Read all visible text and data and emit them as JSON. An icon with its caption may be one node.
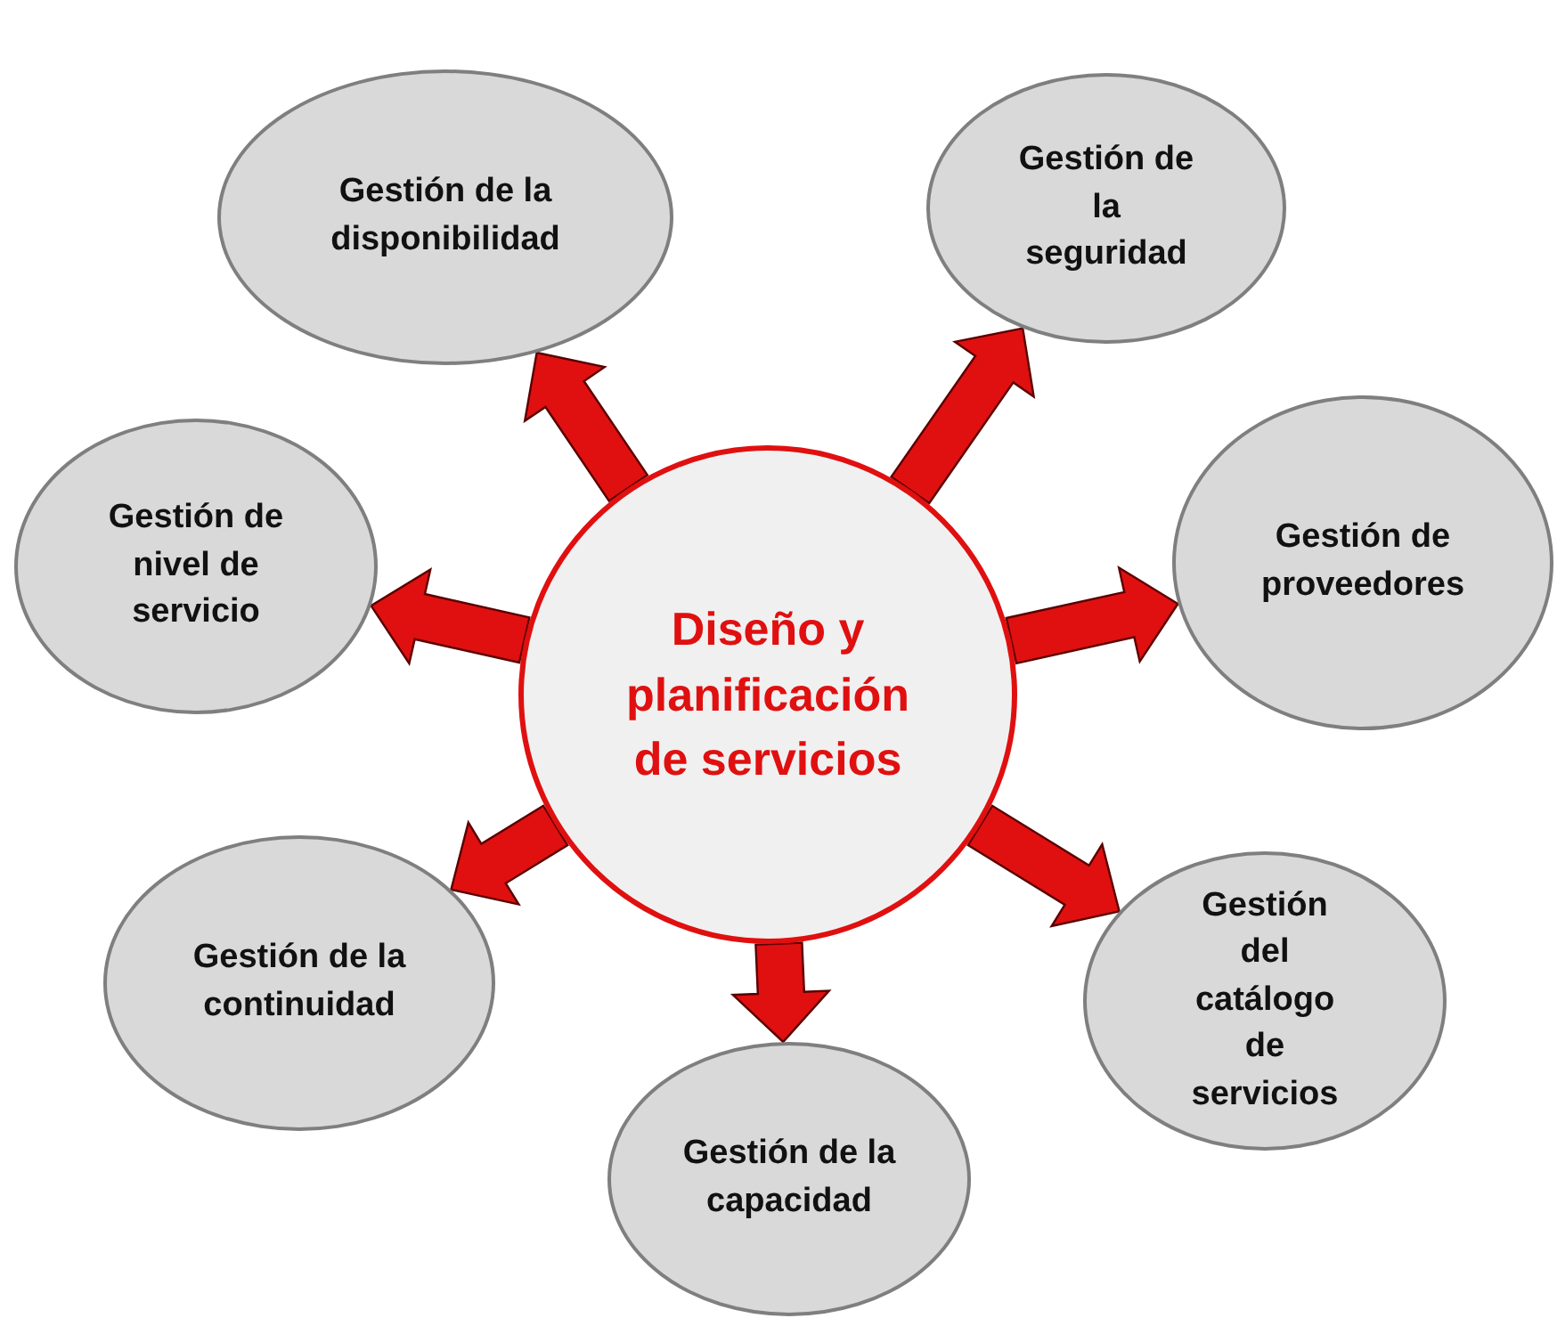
{
  "diagram": {
    "nodes": [
      {
        "text": [
          "Diseño y planificación de servicios"
        ]
      },
      {
        "text": [
          "Gestión de la disponibilidad"
        ]
      },
      {
        "text": [
          "Gestión de la seguridad"
        ]
      },
      {
        "text": [
          "Gestión de proveedores"
        ]
      },
      {
        "text": [
          "Gestión del catálogo de servicios"
        ]
      },
      {
        "text": [
          "Gestión de la capacidad"
        ]
      },
      {
        "text": [
          "Gestión de la continuidad"
        ]
      },
      {
        "text": [
          "Gestión de nivel de servicio"
        ]
      }
    ],
    "edges": [
      {
        "from": 0,
        "to": 1,
        "arrow": "to"
      },
      {
        "from": 0,
        "to": 2,
        "arrow": "to"
      },
      {
        "from": 0,
        "to": 3,
        "arrow": "to"
      },
      {
        "from": 0,
        "to": 4,
        "arrow": "to"
      },
      {
        "from": 0,
        "to": 5,
        "arrow": "to"
      },
      {
        "from": 0,
        "to": 6,
        "arrow": "to"
      },
      {
        "from": 0,
        "to": 7,
        "arrow": "to"
      }
    ]
  }
}
